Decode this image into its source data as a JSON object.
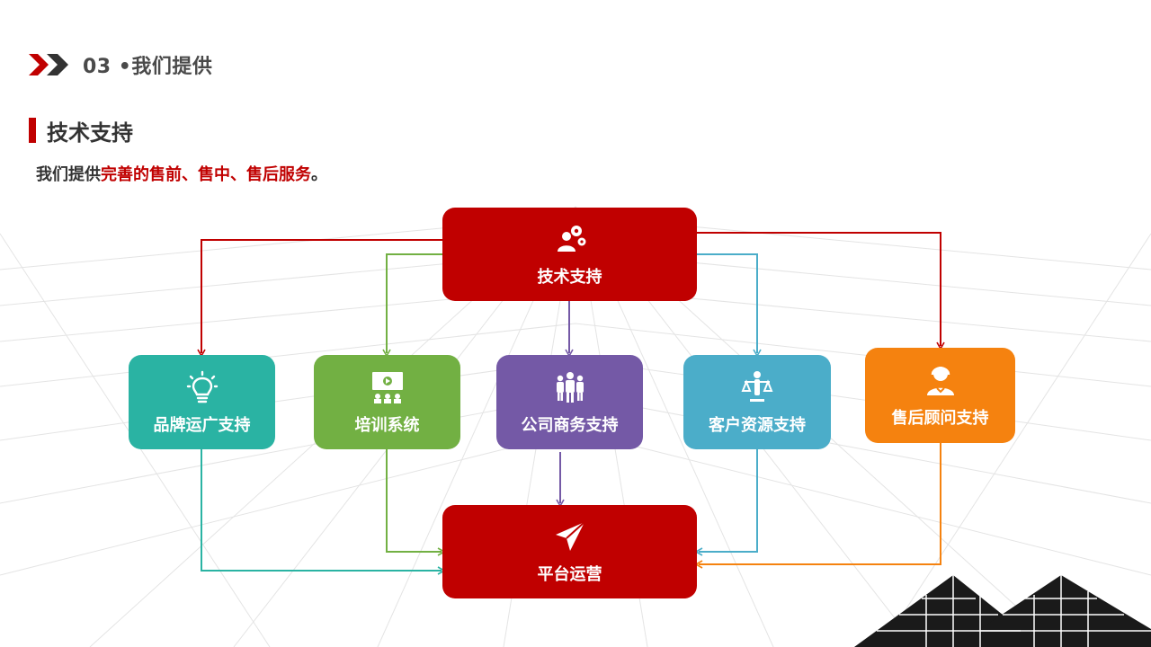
{
  "header": {
    "title": "03 •我们提供"
  },
  "section": {
    "title": "技术支持"
  },
  "subtitle": {
    "prefix": "我们提供",
    "highlight": "完善的售前、售中、售后服务",
    "suffix": "。"
  },
  "colors": {
    "red": "#c00000",
    "teal": "#2ab3a3",
    "green": "#72b043",
    "purple": "#7459a6",
    "blue": "#4badc9",
    "orange": "#f5820f",
    "text": "#333333"
  },
  "diagram": {
    "nodes": [
      {
        "id": "tech-support",
        "label": "技术支持",
        "icon": "gears-user-icon"
      },
      {
        "id": "brand-ops",
        "label": "品牌运广支持",
        "icon": "lightbulb-icon"
      },
      {
        "id": "training",
        "label": "培训系统",
        "icon": "presentation-icon"
      },
      {
        "id": "business",
        "label": "公司商务支持",
        "icon": "team-icon"
      },
      {
        "id": "resources",
        "label": "客户资源支持",
        "icon": "balance-person-icon"
      },
      {
        "id": "after-sales",
        "label": "售后顾问支持",
        "icon": "customer-service-icon"
      },
      {
        "id": "platform",
        "label": "平台运营",
        "icon": "paper-plane-icon"
      }
    ]
  }
}
